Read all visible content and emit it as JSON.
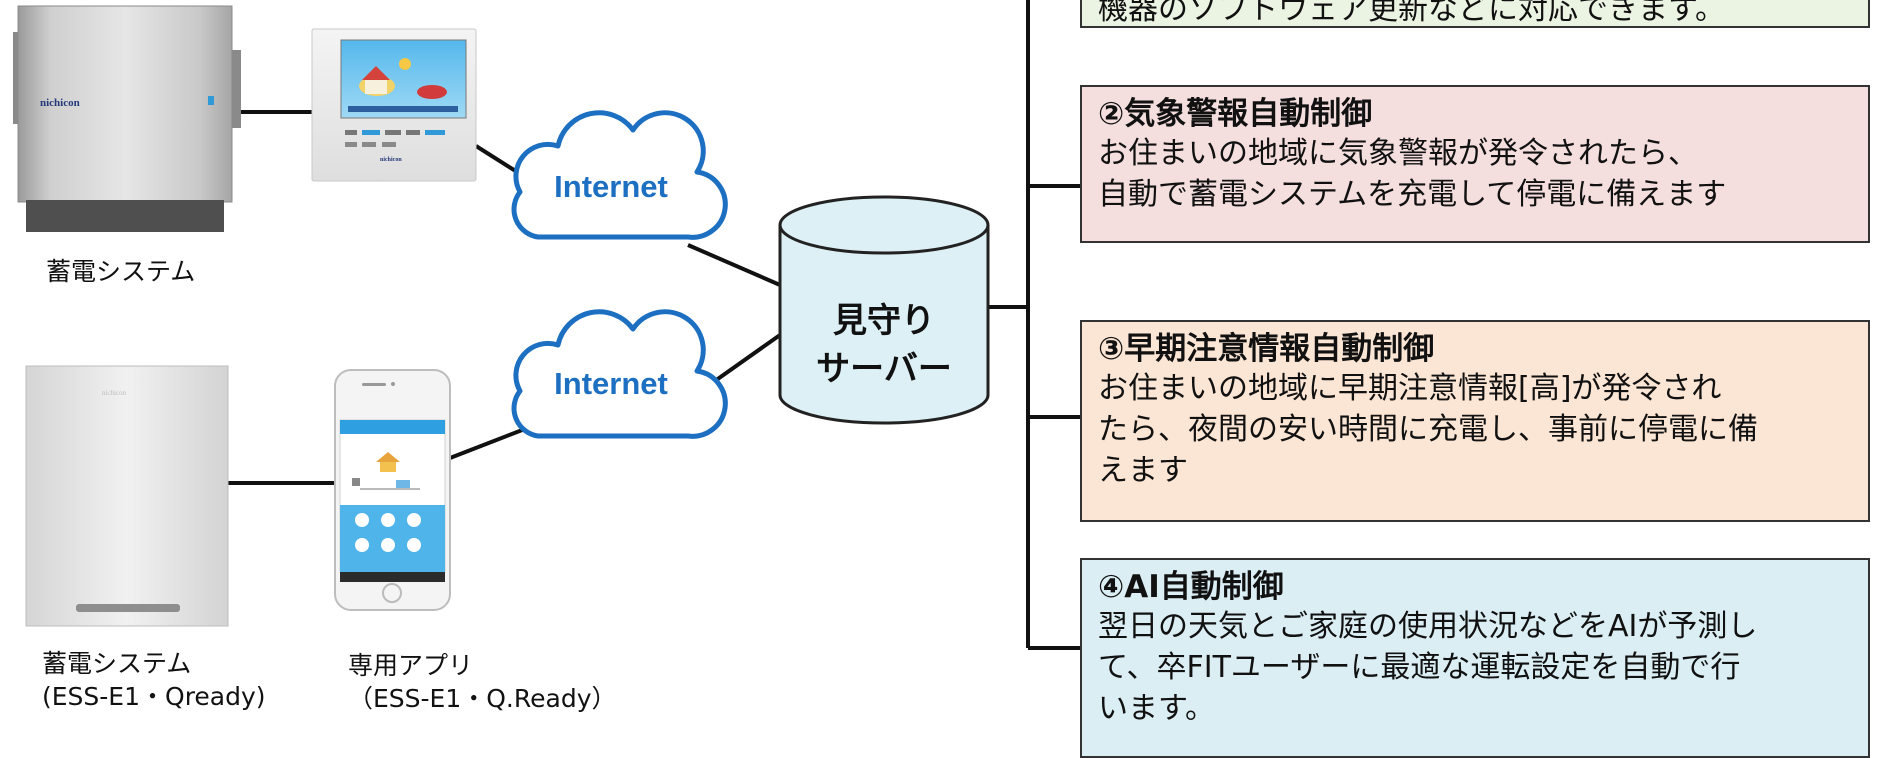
{
  "colors": {
    "line": "#111111",
    "cloud_fill": "#ffffff",
    "cloud_stroke": "#1d6fc1",
    "cloud_text": "#1d6fc1",
    "server_fill": "#dcf0f5",
    "box_green": "#ebf3e2",
    "box_pink": "#f4dede",
    "box_orange": "#fbe5d4",
    "box_blue": "#dbeef4"
  },
  "devices": {
    "top_system_label": "蓄電システム",
    "top_unit_logo": "nichicon",
    "remote_logo": "nichicon",
    "bottom_system_label_1": "蓄電システム",
    "bottom_system_label_2": "(ESS-E1・Qready)",
    "app_label_1": "専用アプリ",
    "app_label_2": "（ESS-E1・Q.Ready）",
    "bottom_unit_logo": "nichicon"
  },
  "network": {
    "cloud_top": "Internet",
    "cloud_bottom": "Internet",
    "server_line1": "見守り",
    "server_line2": "サーバー"
  },
  "features": {
    "box1_text": "機器のソフトウェア更新などに対応できます。",
    "box2_title": "②気象警報自動制御",
    "box2_line1": "お住まいの地域に気象警報が発令されたら、",
    "box2_line2": "自動で蓄電システムを充電して停電に備えます",
    "box3_title": "③早期注意情報自動制御",
    "box3_line1": "お住まいの地域に早期注意情報[高]が発令され",
    "box3_line2": "たら、夜間の安い時間に充電し、事前に停電に備",
    "box3_line3": "えます",
    "box4_title": "④AI自動制御",
    "box4_line1": "翌日の天気とご家庭の使用状況などをAIが予測し",
    "box4_line2": "て、卒FITユーザーに最適な運転設定を自動で行",
    "box4_line3": "います。"
  }
}
